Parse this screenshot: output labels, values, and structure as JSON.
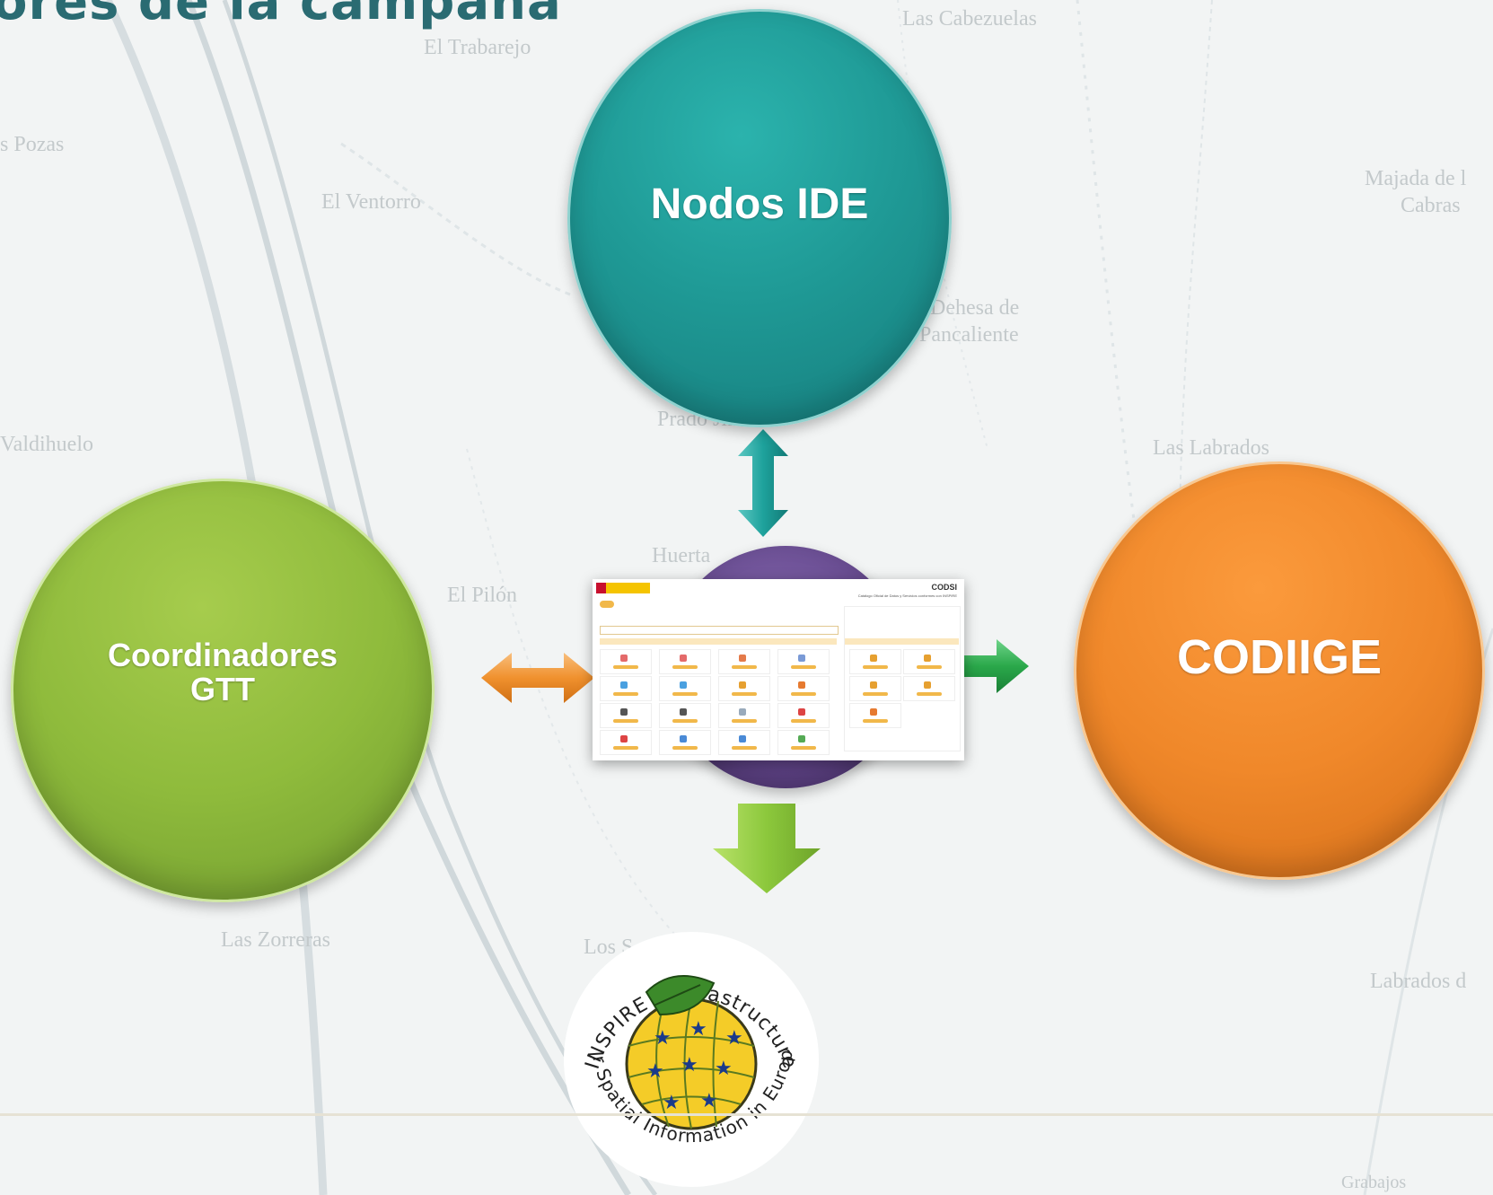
{
  "header": {
    "title": "ores de la campaña"
  },
  "map_labels": {
    "cabezuelas": "Las Cabezuelas",
    "trabarejo": "El Trabarejo",
    "pozas": "s Pozas",
    "ventorro": "El Ventorro",
    "majada": "Majada de l",
    "cabras": "Cabras",
    "dehesa": "Dehesa de",
    "pancaliente": "Pancaliente",
    "prado": "Prado Jimen",
    "valdihuelo": "Valdihuelo",
    "labrados": "Las Labrados",
    "huerta": "Huerta",
    "pilon": "El Pilón",
    "zorreras": "Las Zorreras",
    "los": "Los S",
    "labrados2": "Labrados d",
    "grabados": "Grabajos"
  },
  "diagram": {
    "nodes": {
      "nodos": {
        "label": "Nodos IDE",
        "color": "#1f9a96"
      },
      "coord_line1": "Coordinadores",
      "coord_line2": "GTT",
      "coord_color": "#8fbb3c",
      "codiige": {
        "label": "CODIIGE",
        "color": "#f0882a"
      },
      "center_color": "#64478d"
    },
    "arrows": {
      "vertical": {
        "color": "#1ea29c"
      },
      "left": {
        "color": "#f0912e"
      },
      "right": {
        "color": "#2aa84a"
      },
      "down": {
        "color": "#8cc83c"
      }
    }
  },
  "screenshot": {
    "brand": "CODSI",
    "subtitle": "Catálogo Oficial de Datos y Servicios conformes con INSPIRE"
  },
  "inspire_logo": {
    "text_top": "INSPIRE · Infrastructure",
    "text_bottom": "for Spatial Information in Europe"
  }
}
